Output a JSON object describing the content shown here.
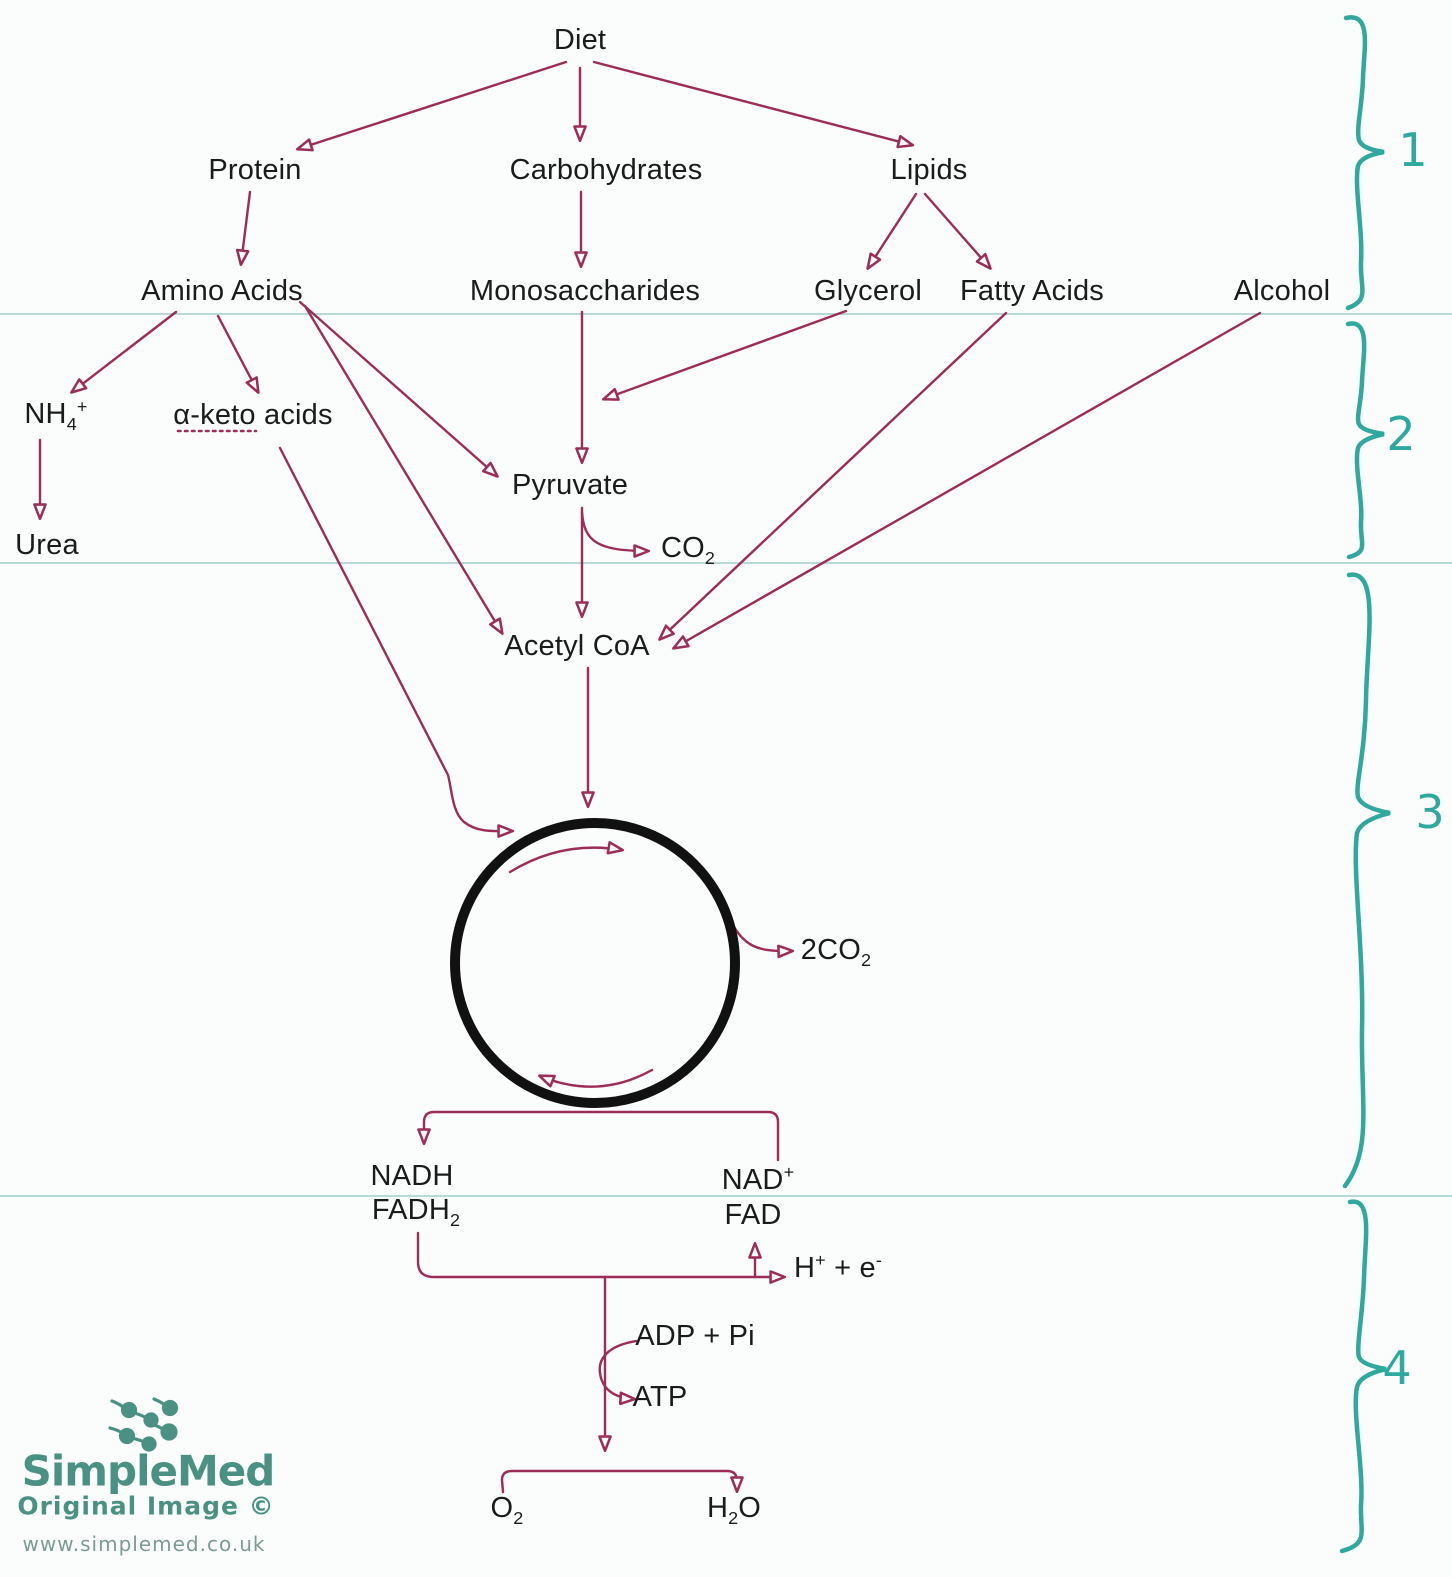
{
  "nodes": {
    "diet": "Diet",
    "protein": "Protein",
    "carbohydrates": "Carbohydrates",
    "lipids": "Lipids",
    "amino_acids": "Amino Acids",
    "monosaccharides": "Monosaccharides",
    "glycerol": "Glycerol",
    "fatty_acids": "Fatty Acids",
    "alcohol": "Alcohol",
    "nh4": {
      "base": "NH",
      "sub": "4",
      "sup": "+"
    },
    "keto_acids": "α-keto acids",
    "urea": "Urea",
    "pyruvate": "Pyruvate",
    "co2": {
      "base": "CO",
      "sub": "2"
    },
    "acetyl_coa": "Acetyl CoA",
    "two_co2": {
      "base": "2CO",
      "sub": "2"
    },
    "nadh": "NADH",
    "fadh2": {
      "base": "FADH",
      "sub": "2"
    },
    "nad": {
      "base": "NAD",
      "sup": "+"
    },
    "fad": "FAD",
    "h_e": {
      "p1": "H",
      "sup1": "+",
      "p2": " + e",
      "sup2": "-"
    },
    "adp_pi": "ADP + Pi",
    "atp": "ATP",
    "o2": {
      "base": "O",
      "sub": "2"
    },
    "h2o": {
      "p1": "H",
      "sub": "2",
      "p2": "O"
    }
  },
  "stages": [
    "1",
    "2",
    "3",
    "4"
  ],
  "watermark": {
    "brand": "SimpleMed",
    "note": "Original Image ©",
    "url": "www.simplemed.co.uk"
  },
  "colors": {
    "arrow": "#9c2c58",
    "node_text": "#1b1b1b",
    "stage_brace": "#2fa89e",
    "section_divider": "#b7dad6",
    "cycle_circle": "#111111",
    "logo_green": "#4a9183",
    "logo_url_gray": "#7d9a95",
    "background": "#fbfcfc"
  }
}
